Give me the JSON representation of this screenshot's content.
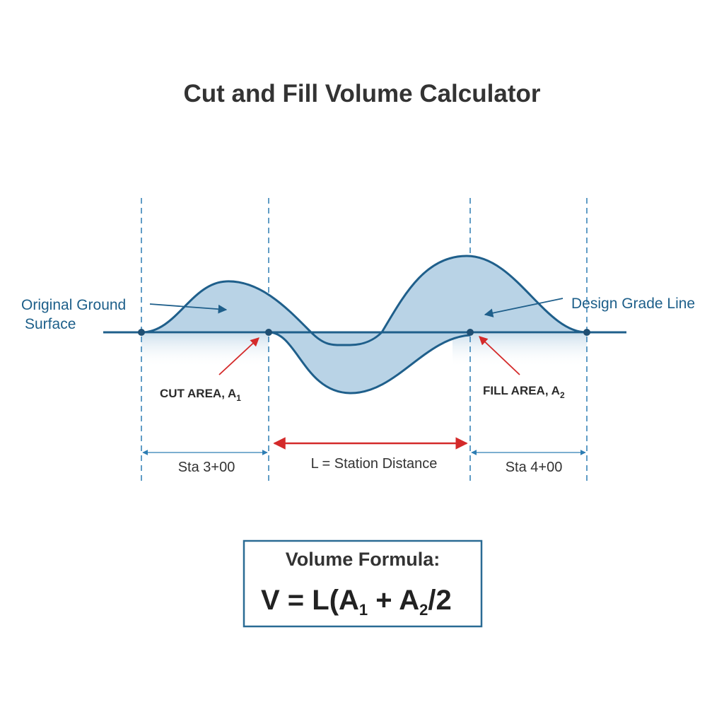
{
  "title": "Cut and Fill Volume Calculator",
  "labels": {
    "original_ground": [
      "Original Ground",
      "Surface"
    ],
    "design_grade": "Design Grade Line",
    "cut_area": {
      "text": "CUT AREA, A",
      "subscript": "1"
    },
    "fill_area": {
      "text": "FILL AREA, A",
      "subscript": "2"
    }
  },
  "stations": {
    "left": "Sta 3+00",
    "middle": "L = Station Distance",
    "right": "Sta 4+00"
  },
  "formula": {
    "heading": "Volume Formula:",
    "parts": [
      "V = L(A",
      "1",
      " + A",
      "2",
      "/2"
    ]
  },
  "colors": {
    "line": "#1f5f8b",
    "fill": "#b9d3e6",
    "arrow_red": "#d42a2a",
    "dash": "#2d7db3"
  }
}
